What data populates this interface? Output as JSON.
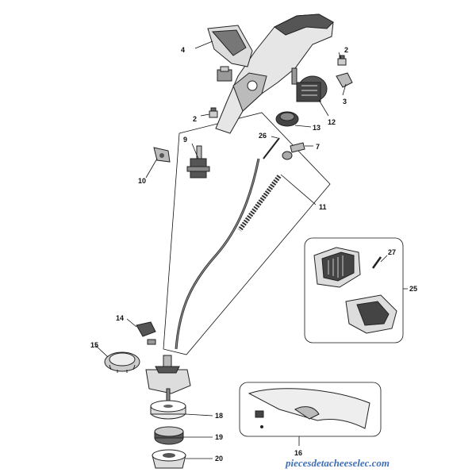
{
  "callouts": {
    "p2a": "2",
    "p2b": "2",
    "p3": "3",
    "p4": "4",
    "p7": "7",
    "p9": "9",
    "p10": "10",
    "p11": "11",
    "p12": "12",
    "p13": "13",
    "p14": "14",
    "p15": "15",
    "p16": "16",
    "p18": "18",
    "p19": "19",
    "p20": "20",
    "p25": "25",
    "p26": "26",
    "p27": "27"
  },
  "watermark": "piecesdetacheeselec.com",
  "colors": {
    "watermark": "#3f6fb8",
    "line": "#111111",
    "part_dark": "#333333",
    "part_light": "#e6e6e6"
  }
}
